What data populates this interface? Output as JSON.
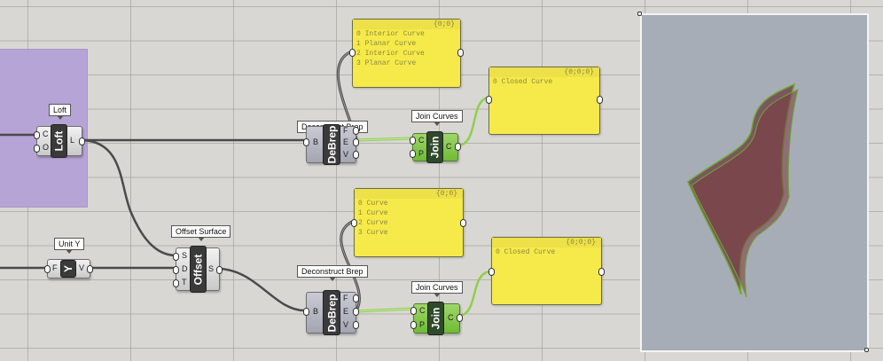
{
  "canvas": {
    "background_color": "#d9d7d3",
    "group_color": "#b6a4d6",
    "wire_dark_color": "#4a4a4a",
    "wire_green_color": "#8fcf4c"
  },
  "components": {
    "loft": {
      "tooltip": "Loft",
      "name": "Loft",
      "inputs": [
        "C",
        "O"
      ],
      "outputs": [
        "L"
      ]
    },
    "unit_y": {
      "tooltip": "Unit Y",
      "name": "Y",
      "inputs": [
        "F"
      ],
      "outputs": [
        "V"
      ]
    },
    "offset_surface": {
      "tooltip": "Offset Surface",
      "name": "Offset",
      "inputs": [
        "S",
        "D",
        "T"
      ],
      "outputs": [
        "S"
      ]
    },
    "deconstruct_brep_1": {
      "tooltip": "Deconstruct Brep",
      "name": "DeBrep",
      "inputs": [
        "B"
      ],
      "outputs": [
        "F",
        "E",
        "V"
      ]
    },
    "deconstruct_brep_2": {
      "tooltip": "Deconstruct Brep",
      "name": "DeBrep",
      "inputs": [
        "B"
      ],
      "outputs": [
        "F",
        "E",
        "V"
      ]
    },
    "join_curves_1": {
      "tooltip": "Join Curves",
      "name": "Join",
      "inputs": [
        "C",
        "P"
      ],
      "outputs": [
        "C"
      ]
    },
    "join_curves_2": {
      "tooltip": "Join Curves",
      "name": "Join",
      "inputs": [
        "C",
        "P"
      ],
      "outputs": [
        "C"
      ]
    }
  },
  "panels": {
    "edges_1": {
      "header": "{0;0}",
      "rows": [
        "0 Interior Curve",
        "1 Planar Curve",
        "2 Interior Curve",
        "3 Planar Curve"
      ]
    },
    "edges_2": {
      "header": "{0;0}",
      "rows": [
        "0 Curve",
        "1 Curve",
        "2 Curve",
        "3 Curve"
      ]
    },
    "joined_1": {
      "header": "{0;0;0}",
      "rows": [
        "0 Closed Curve"
      ]
    },
    "joined_2": {
      "header": "{0;0;0}",
      "rows": [
        "0 Closed Curve"
      ]
    }
  },
  "viewport": {
    "background_color": "#a7adb6",
    "surface_color": "#6b3b40",
    "edge_color": "#6fa832"
  }
}
